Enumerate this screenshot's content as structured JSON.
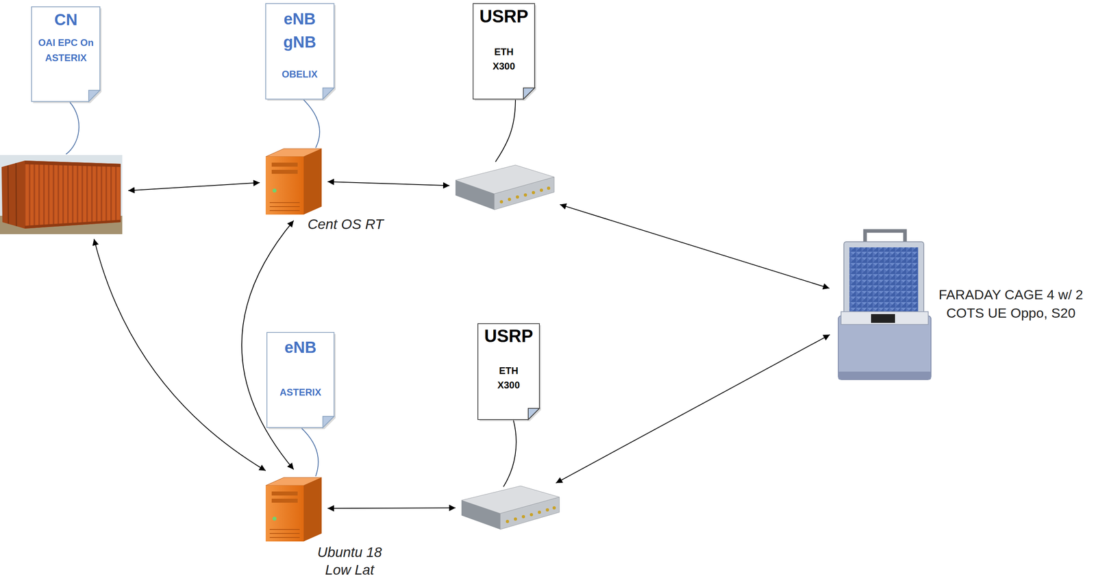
{
  "diagram": {
    "nodes": [
      {
        "text": [
          "CN",
          "OAI EPC On ASTERIX"
        ]
      },
      {
        "text": [
          "eNB gNB",
          "OBELIX",
          "Cent OS RT"
        ]
      },
      {
        "text": [
          "USRP",
          "ETH X300"
        ]
      },
      {
        "text": [
          "eNB",
          "ASTERIX",
          "Ubuntu 18 Low Lat"
        ]
      },
      {
        "text": [
          "USRP",
          "ETH X300"
        ]
      },
      {
        "text": [
          "FARADAY CAGE 4 w/ 2 COTS UE Oppo, S20"
        ]
      }
    ],
    "edges": [
      {
        "from": 0,
        "to": 1,
        "arrow": "both"
      },
      {
        "from": 1,
        "to": 2,
        "arrow": "both"
      },
      {
        "from": 2,
        "to": 5,
        "arrow": "both"
      },
      {
        "from": 0,
        "to": 3,
        "arrow": "both"
      },
      {
        "from": 1,
        "to": 3,
        "arrow": "both"
      },
      {
        "from": 3,
        "to": 4,
        "arrow": "both"
      },
      {
        "from": 4,
        "to": 5,
        "arrow": "both"
      }
    ]
  }
}
